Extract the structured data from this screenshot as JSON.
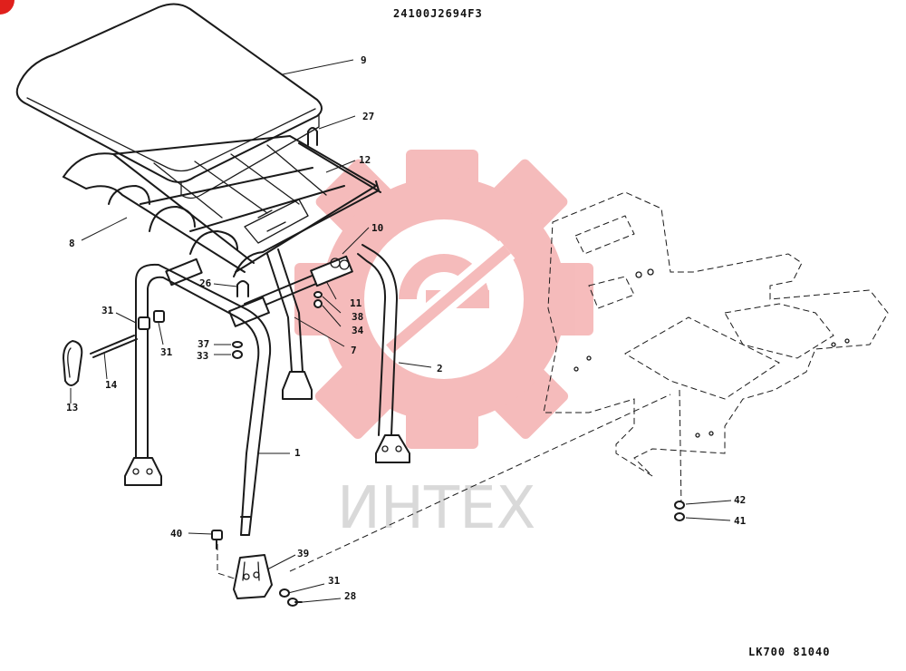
{
  "diagram": {
    "part_number": "24100J2694F3",
    "drawing_code": "LK700 81040",
    "watermark": {
      "text": "ИНТЕХ",
      "color": "#f4a6a6",
      "text_color": "#d9d9d9"
    },
    "corner_marker_color": "#e0201c",
    "callouts": {
      "c1": "1",
      "c2": "2",
      "c7": "7",
      "c8": "8",
      "c9": "9",
      "c10": "10",
      "c11": "11",
      "c12": "12",
      "c13": "13",
      "c14": "14",
      "c26": "26",
      "c27": "27",
      "c28": "28",
      "c31a": "31",
      "c31b": "31",
      "c31c": "31",
      "c33": "33",
      "c34": "34",
      "c37": "37",
      "c38": "38",
      "c39": "39",
      "c40": "40",
      "c41": "41",
      "c42": "42"
    }
  }
}
